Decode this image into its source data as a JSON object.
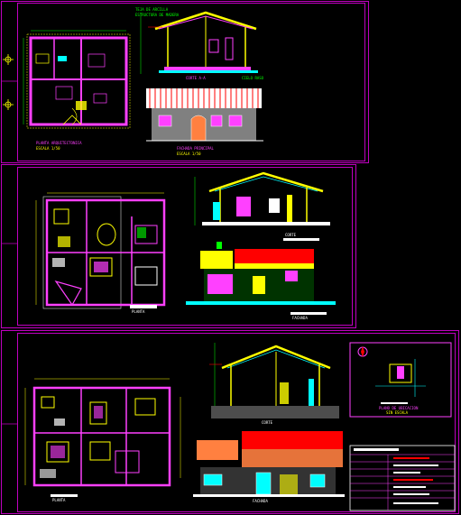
{
  "sheets": [
    {
      "plan_title": "PLANTA ARQUITECTONICA",
      "plan_scale": "ESCALA 1/50",
      "section_title": "CORTE A-A",
      "elevation_title": "FACHADA PRINCIPAL",
      "elevation_scale": "ESCALA 1/50",
      "section_notes": [
        "TEJA DE ARCILLA",
        "ESTRUCTURA DE MADERA",
        "CIELO RASO"
      ]
    },
    {
      "plan_title": "PLANTA",
      "section_title": "CORTE",
      "elevation_title": "FACHADA"
    },
    {
      "plan_title": "PLANTA",
      "section_title": "CORTE",
      "elevation_title": "FACHADA",
      "location_title": "PLANO DE UBICACION",
      "location_scale": "SIN ESCALA"
    }
  ],
  "colors": {
    "border": "#c000c0",
    "wall": "#ff40ff",
    "roof": "#ff0000",
    "yellow": "#ffff00",
    "cyan": "#00ffff",
    "green": "#00ff00",
    "white": "#ffffff"
  }
}
